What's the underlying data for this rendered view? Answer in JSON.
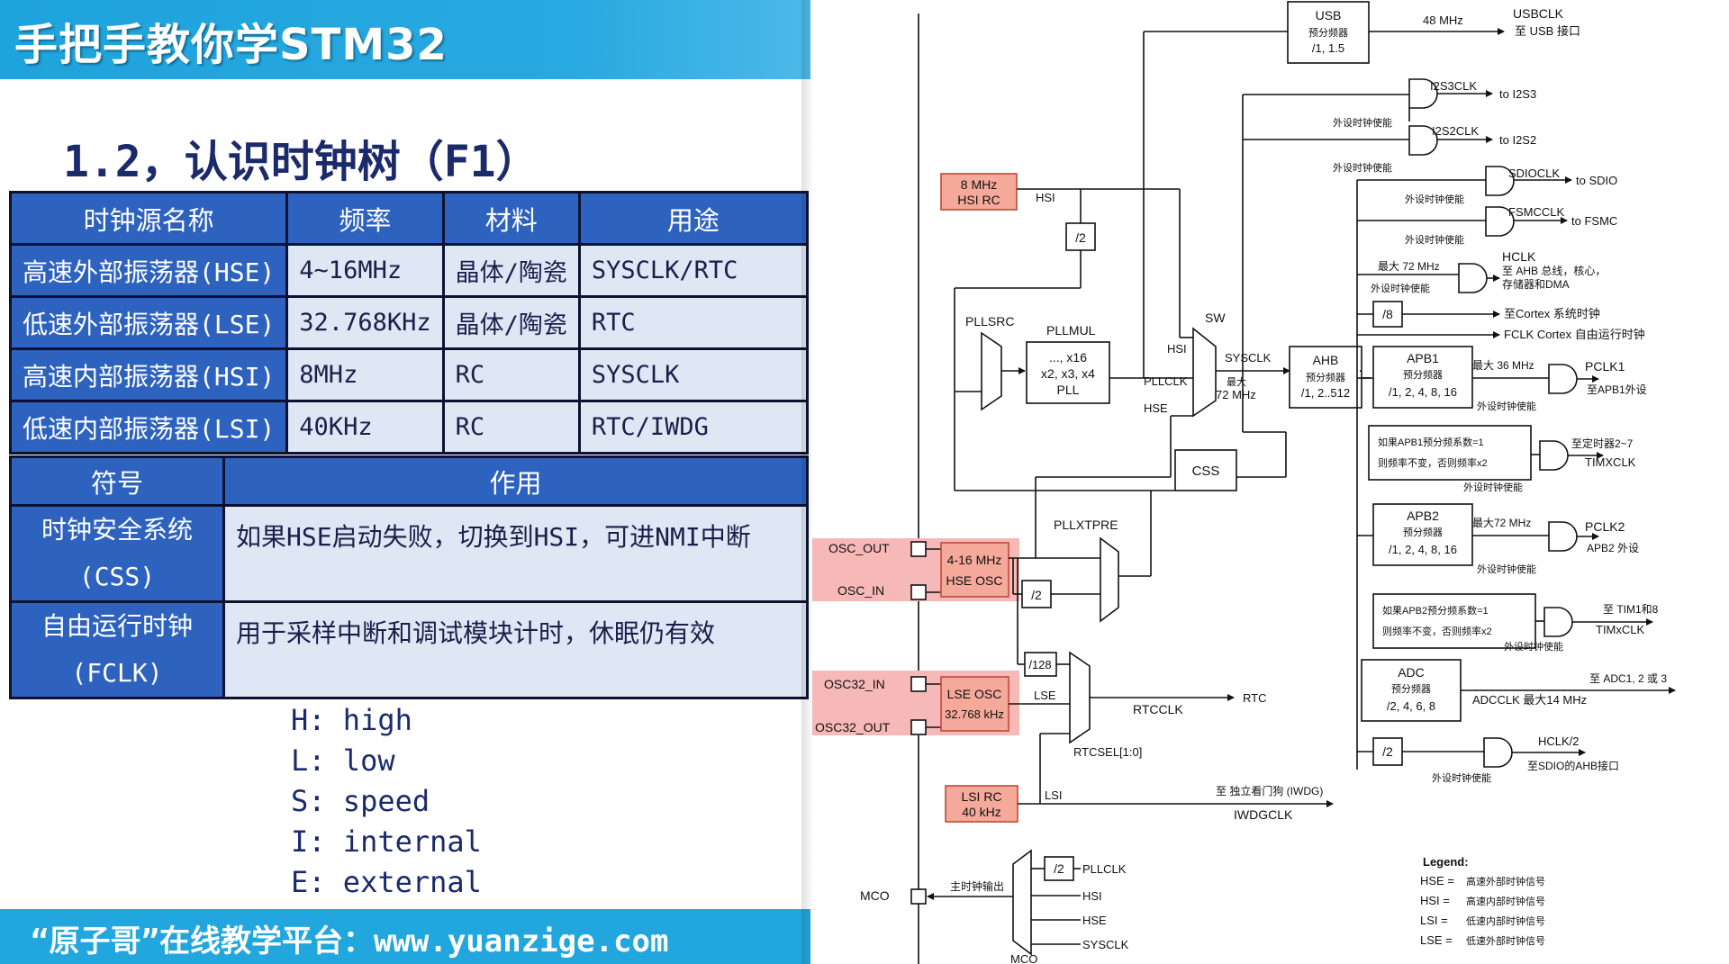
{
  "header": {
    "title": "手把手教你学STM32"
  },
  "section_title": "1.2，认识时钟树（F1）",
  "table1": {
    "headers": [
      "时钟源名称",
      "频率",
      "材料",
      "用途"
    ],
    "rows": [
      [
        "高速外部振荡器(HSE)",
        "4~16MHz",
        "晶体/陶瓷",
        "SYSCLK/RTC"
      ],
      [
        "低速外部振荡器(LSE)",
        "32.768KHz",
        "晶体/陶瓷",
        "RTC"
      ],
      [
        "高速内部振荡器(HSI)",
        "8MHz",
        "RC",
        "SYSCLK"
      ],
      [
        "低速内部振荡器(LSI)",
        "40KHz",
        "RC",
        "RTC/IWDG"
      ]
    ]
  },
  "table2": {
    "headers": [
      "符号",
      "作用"
    ],
    "rows": [
      {
        "symbol_l1": "时钟安全系统",
        "symbol_l2": "(CSS)",
        "desc": "如果HSE启动失败，切换到HSI，可进NMI中断"
      },
      {
        "symbol_l1": "自由运行时钟",
        "symbol_l2": "(FCLK)",
        "desc": "用于采样中断和调试模块计时，休眠仍有效"
      }
    ]
  },
  "abbrev": [
    "H: high",
    "L: low",
    "S: speed",
    "I: internal",
    "E: external"
  ],
  "footer": {
    "text": "“原子哥”在线教学平台：www.yuanzige.com"
  },
  "diagram": {
    "hsi_rc": [
      "8 MHz",
      "HSI RC"
    ],
    "hse_osc": [
      "4-16 MHz",
      "HSE OSC"
    ],
    "lse_osc": [
      "LSE OSC",
      "32.768 kHz"
    ],
    "lsi_rc": [
      "LSI RC",
      "40 kHz"
    ],
    "pins": [
      "OSC_OUT",
      "OSC_IN",
      "OSC32_IN",
      "OSC32_OUT",
      "MCO"
    ],
    "usb": [
      "USB",
      "预分频器",
      "/1, 1.5"
    ],
    "usb_out": [
      "48 MHz",
      "USBCLK",
      "至 USB 接口"
    ],
    "i2s3": [
      "I2S3CLK",
      "to I2S3"
    ],
    "i2s2": [
      "I2S2CLK",
      "to I2S2"
    ],
    "periph_enable": "外设时钟使能",
    "sdio": [
      "SDIOCLK",
      "to SDIO"
    ],
    "fsmc": [
      "FSMCCLK",
      "to FSMC"
    ],
    "hclk": [
      "HCLK",
      "至 AHB 总线，核心，",
      "存储器和DMA"
    ],
    "max72": "最大 72 MHz",
    "div8": "/8",
    "cortex": "至Cortex 系统时钟",
    "fclk": "FCLK Cortex 自由运行时钟",
    "ahb": [
      "AHB",
      "预分频器",
      "/1, 2..512"
    ],
    "apb1": [
      "APB1",
      "预分频器",
      "/1, 2, 4, 8, 16"
    ],
    "apb1_out": [
      "最大 36 MHz",
      "PCLK1",
      "至APB1外设"
    ],
    "apb1_timer": [
      "如果APB1预分频系数=1",
      "则频率不变，否则频率x2"
    ],
    "tim27": [
      "至定时器2~7",
      "TIMXCLK"
    ],
    "apb2": [
      "APB2",
      "预分频器",
      "/1, 2, 4, 8, 16"
    ],
    "apb2_out": [
      "最大72 MHz",
      "PCLK2",
      "APB2 外设"
    ],
    "apb2_timer": [
      "如果APB2预分频系数=1",
      "则频率不变，否则频率x2"
    ],
    "tim18": [
      "至 TIM1和8",
      "TIMxCLK"
    ],
    "adc": [
      "ADC",
      "预分频器",
      "/2, 4, 6, 8"
    ],
    "adc_out": [
      "至 ADC1, 2 或 3",
      "ADCCLK 最大14 MHz"
    ],
    "hclk2": [
      "HCLK/2",
      "至SDIO的AHB接口"
    ],
    "div2": "/2",
    "pllsrc": "PLLSRC",
    "pllmul": [
      "PLLMUL",
      "..., x16",
      "x2, x3, x4",
      "PLL"
    ],
    "sw": "SW",
    "sw_inputs": [
      "HSI",
      "PLLCLK",
      "HSE"
    ],
    "sysclk": [
      "SYSCLK",
      "最大",
      "72 MHz"
    ],
    "css": "CSS",
    "pllxtpre": "PLLXTPRE",
    "div128": "/128",
    "rtc": [
      "LSE",
      "RTCCLK",
      "RTC",
      "RTCSEL[1:0]"
    ],
    "lsi": "LSI",
    "iwdg": [
      "至 独立看门狗 (IWDG)",
      "IWDGCLK"
    ],
    "mco": [
      "主时钟输出",
      "MCO"
    ],
    "mco_inputs": [
      "PLLCLK",
      "HSI",
      "HSE",
      "SYSCLK"
    ],
    "hsi_label": "HSI",
    "legend": {
      "title": "Legend:",
      "items": [
        [
          "HSE =",
          "高速外部时钟信号"
        ],
        [
          "HSI =",
          "高速内部时钟信号"
        ],
        [
          "LSI =",
          "低速内部时钟信号"
        ],
        [
          "LSE =",
          "低速外部时钟信号"
        ]
      ]
    }
  }
}
